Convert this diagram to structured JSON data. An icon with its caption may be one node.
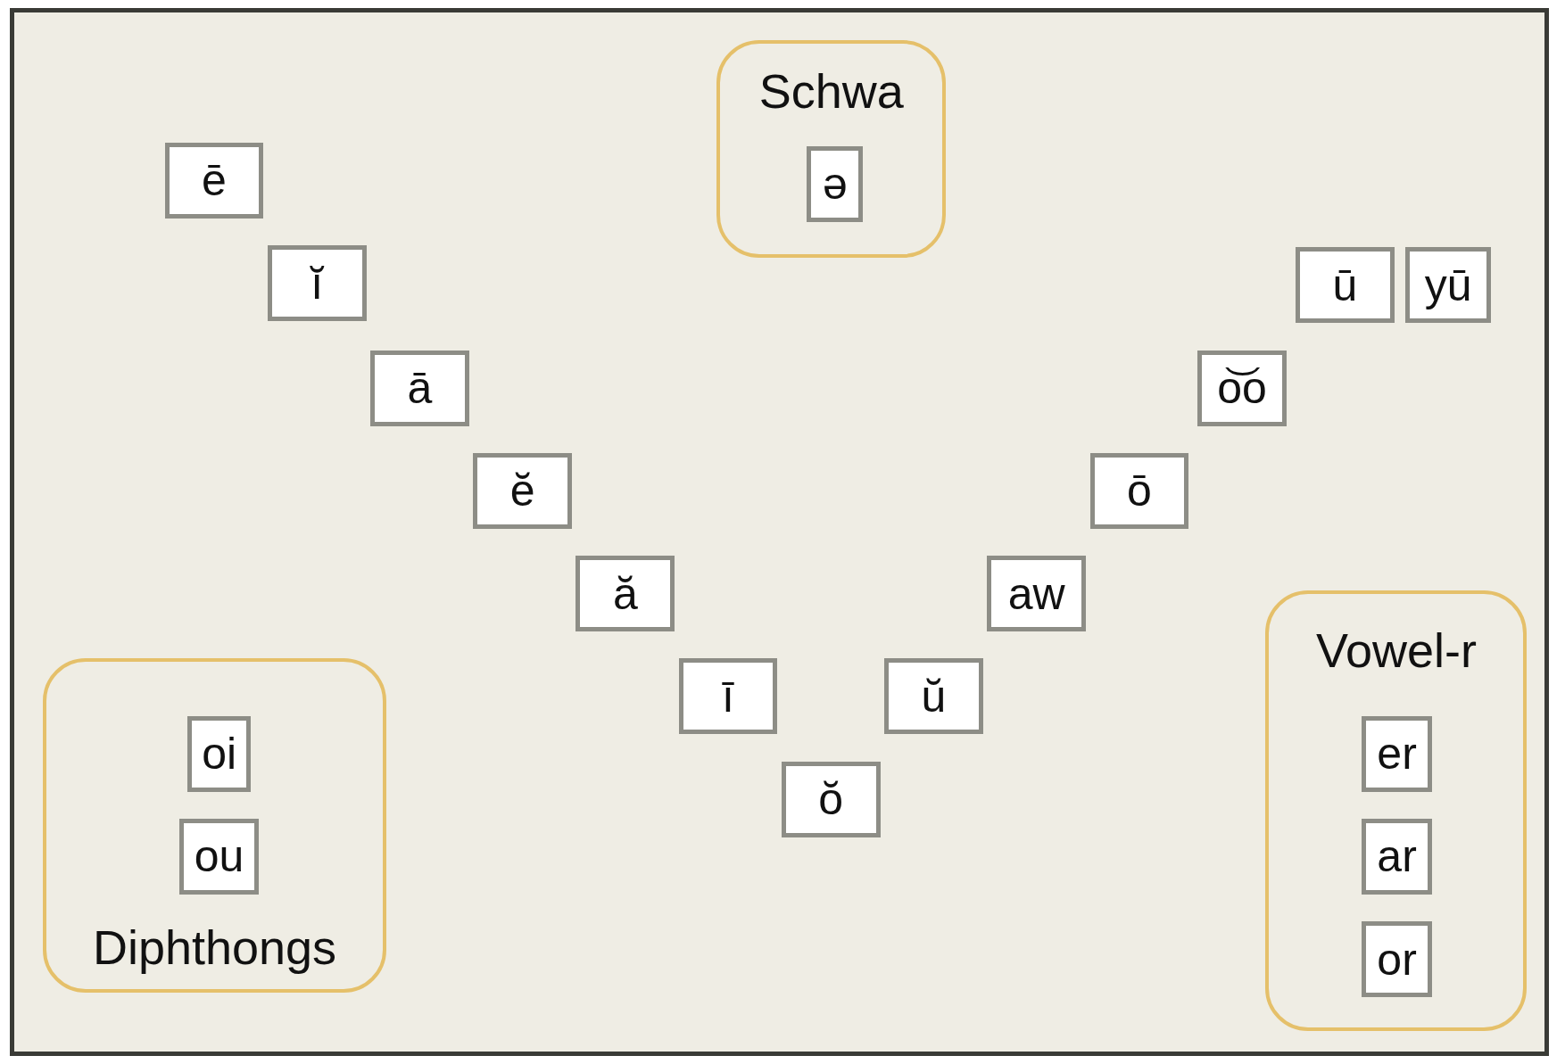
{
  "diagram": {
    "nodes": [
      {
        "text": [
          "ē"
        ]
      },
      {
        "text": [
          "ĭ"
        ]
      },
      {
        "text": [
          "ā"
        ]
      },
      {
        "text": [
          "ĕ"
        ]
      },
      {
        "text": [
          "ă"
        ]
      },
      {
        "text": [
          "ī"
        ]
      },
      {
        "text": [
          "ŏ"
        ]
      },
      {
        "text": [
          "ŭ"
        ]
      },
      {
        "text": [
          "aw"
        ]
      },
      {
        "text": [
          "ō"
        ]
      },
      {
        "text": [
          "o͝o"
        ]
      },
      {
        "text": [
          "ū"
        ]
      },
      {
        "text": [
          "yū"
        ]
      },
      {
        "text": [
          "Schwa"
        ]
      },
      {
        "text": [
          "ə"
        ],
        "in": 13
      },
      {
        "text": [
          "Diphthongs"
        ]
      },
      {
        "text": [
          "oi"
        ],
        "in": 15
      },
      {
        "text": [
          "ou"
        ],
        "in": 15
      },
      {
        "text": [
          "Vowel-r"
        ]
      },
      {
        "text": [
          "er"
        ],
        "in": 18
      },
      {
        "text": [
          "ar"
        ],
        "in": 18
      },
      {
        "text": [
          "or"
        ],
        "in": 18
      }
    ],
    "edges": []
  }
}
